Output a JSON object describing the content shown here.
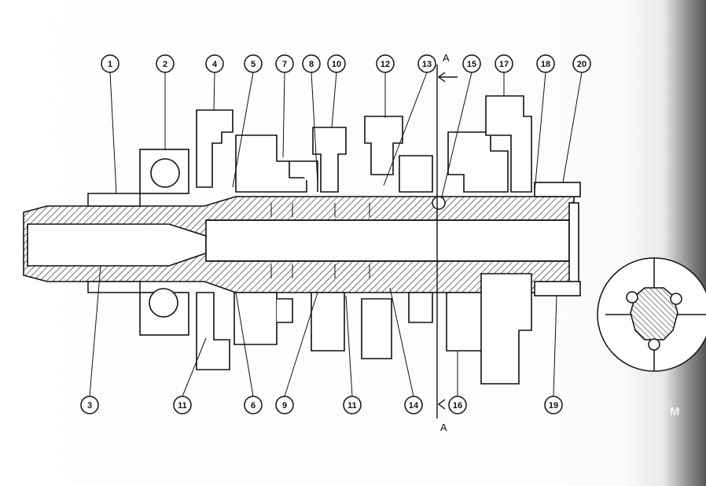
{
  "callouts_top": [
    "1",
    "2",
    "4",
    "5",
    "7",
    "8",
    "10",
    "12",
    "13",
    "15",
    "17",
    "18",
    "20"
  ],
  "callouts_bottom": [
    "3",
    "11",
    "6",
    "9",
    "11",
    "14",
    "16",
    "19"
  ],
  "section": {
    "top_letter": "A",
    "bottom_letter": "A"
  },
  "edge_mark": "M",
  "colors": {
    "ink": "#111111",
    "hatch": "#333333",
    "paper": "#ffffff"
  }
}
